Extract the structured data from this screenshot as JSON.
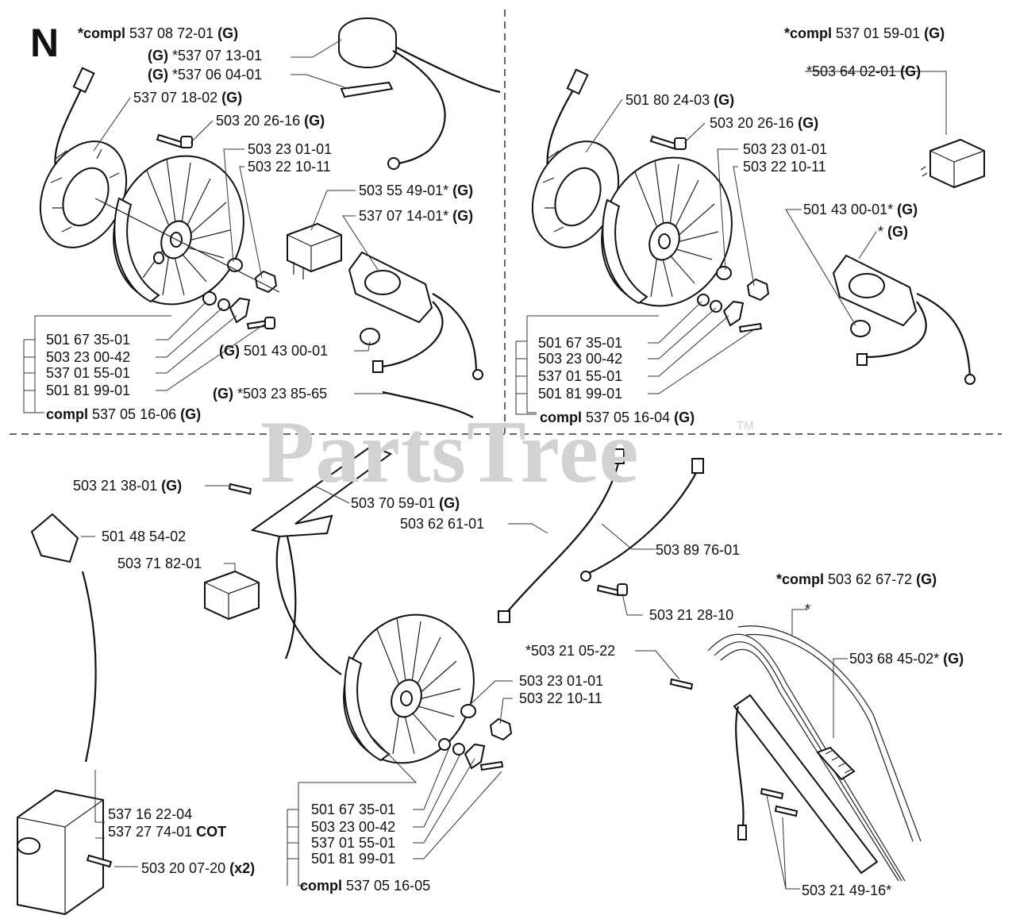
{
  "section_letter": "N",
  "watermark": {
    "text": "PartsTree",
    "tm": "TM"
  },
  "labels": {
    "tl_compl": {
      "pre": "*compl",
      "num": " 537 08 72-01 ",
      "suf": "(G)"
    },
    "tl_1": {
      "pre": "(G)",
      "num": " *537 07 13-01"
    },
    "tl_2": {
      "pre": "(G)",
      "num": " *537 06 04-01"
    },
    "tl_3": {
      "num": "537 07 18-02 ",
      "suf": "(G)"
    },
    "tl_4": {
      "num": "503 20 26-16 ",
      "suf": "(G)"
    },
    "tl_5": {
      "num": "503 23 01-01"
    },
    "tl_6": {
      "num": "503 22 10-11"
    },
    "tl_7": {
      "num": "503 55 49-01* ",
      "suf": "(G)"
    },
    "tl_8": {
      "num": "537 07 14-01* ",
      "suf": "(G)"
    },
    "tl_9": {
      "num": "501 67 35-01"
    },
    "tl_10": {
      "num": "503 23 00-42"
    },
    "tl_11": {
      "num": "537 01 55-01"
    },
    "tl_12": {
      "num": "501 81 99-01"
    },
    "tl_13": {
      "pre": "(G)",
      "num": " 501 43 00-01"
    },
    "tl_14": {
      "pre": "(G)",
      "num": " *503 23 85-65"
    },
    "tl_15": {
      "pre": "compl",
      "num": " 537 05 16-06 ",
      "suf": "(G)"
    },
    "tr_compl": {
      "pre": "*compl",
      "num": " 537 01 59-01 ",
      "suf": "(G)"
    },
    "tr_1": {
      "num": "*503 64 02-01 ",
      "suf": "(G)"
    },
    "tr_2": {
      "num": "501 80 24-03 ",
      "suf": "(G)"
    },
    "tr_3": {
      "num": "503 20 26-16 ",
      "suf": "(G)"
    },
    "tr_4": {
      "num": "503 23 01-01"
    },
    "tr_5": {
      "num": "503 22 10-11"
    },
    "tr_6": {
      "num": "501 43 00-01* ",
      "suf": "(G)"
    },
    "tr_7": {
      "num": "* ",
      "suf": "(G)"
    },
    "tr_8": {
      "num": "501 67 35-01"
    },
    "tr_9": {
      "num": "503 23 00-42"
    },
    "tr_10": {
      "num": "537 01 55-01"
    },
    "tr_11": {
      "num": "501 81 99-01"
    },
    "tr_12": {
      "pre": "compl",
      "num": " 537 05 16-04 ",
      "suf": "(G)"
    },
    "b_1": {
      "num": "503 21 38-01 ",
      "suf": "(G)"
    },
    "b_2": {
      "num": "503 70 59-01 ",
      "suf": "(G)"
    },
    "b_3": {
      "num": "503 62 61-01"
    },
    "b_4": {
      "num": "501 48 54-02"
    },
    "b_5": {
      "num": "503 89 76-01"
    },
    "b_6": {
      "num": "503 71 82-01"
    },
    "b_7": {
      "pre": "*compl",
      "num": " 503 62 67-72 ",
      "suf": "(G)"
    },
    "b_8": {
      "num": "503 21 28-10"
    },
    "b_9": {
      "num": "*"
    },
    "b_10": {
      "num": "*503 21 05-22"
    },
    "b_11": {
      "num": "503 68 45-02* ",
      "suf": "(G)"
    },
    "b_12": {
      "num": "503 23 01-01"
    },
    "b_13": {
      "num": "503 22 10-11"
    },
    "b_14": {
      "num": "501 67 35-01"
    },
    "b_15": {
      "num": "503 23 00-42"
    },
    "b_16": {
      "num": "537 01 55-01"
    },
    "b_17": {
      "num": "501 81 99-01"
    },
    "b_18": {
      "pre": "compl",
      "num": " 537 05 16-05"
    },
    "b_19": {
      "num": "537 16 22-04"
    },
    "b_20": {
      "num": "537 27 74-01 ",
      "suf": "COT"
    },
    "b_21": {
      "num": "503 20 07-20 ",
      "suf": "(x2)"
    },
    "b_22": {
      "num": "503 21 49-16*"
    }
  }
}
